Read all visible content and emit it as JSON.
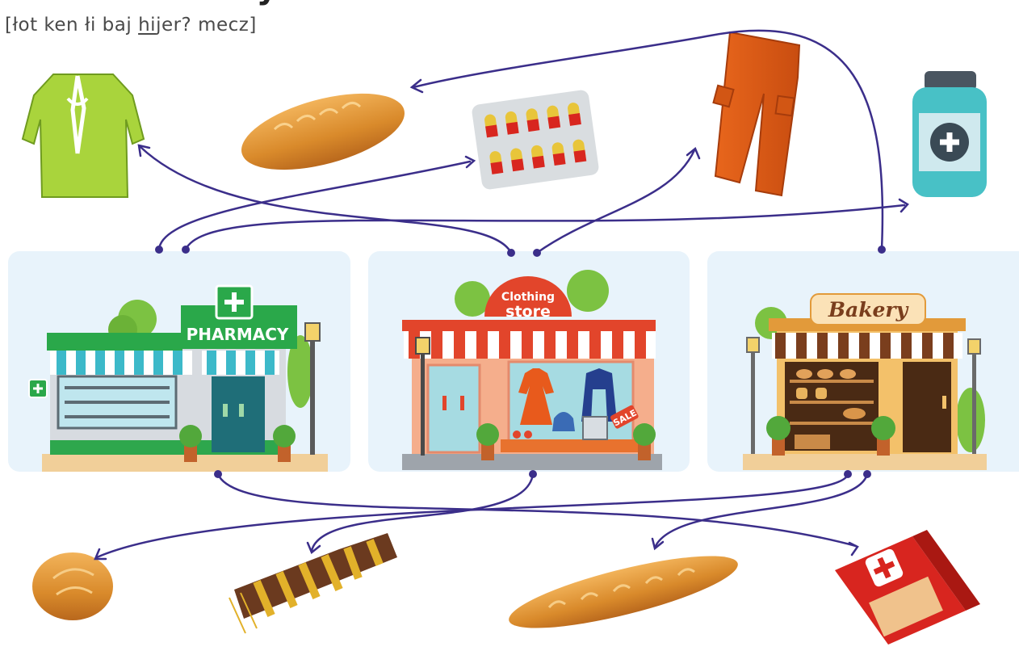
{
  "header": {
    "title": "What can I buy here?",
    "pron_before": "[łot ken łi baj ",
    "pron_underlined": "hi",
    "pron_after": "jer? mecz]"
  },
  "stores": {
    "pharmacy": {
      "sign": "PHARMACY"
    },
    "clothing": {
      "sign_line1": "Clothing",
      "sign_line2": "store",
      "sale_tag": "SALE"
    },
    "bakery": {
      "sign": "Bakery"
    }
  },
  "items": {
    "top": [
      "green-blouse",
      "bread-loaf",
      "pill-blister",
      "orange-trousers",
      "medicine-bottle"
    ],
    "bottom": [
      "bread-roll",
      "striped-scarf",
      "baguette",
      "plasters-box"
    ]
  },
  "connections": [
    {
      "from": "pharmacy",
      "to": "pill-blister"
    },
    {
      "from": "pharmacy",
      "to": "medicine-bottle"
    },
    {
      "from": "pharmacy",
      "to": "plasters-box"
    },
    {
      "from": "clothing",
      "to": "green-blouse"
    },
    {
      "from": "clothing",
      "to": "orange-trousers"
    },
    {
      "from": "clothing",
      "to": "striped-scarf"
    },
    {
      "from": "bakery",
      "to": "bread-loaf"
    },
    {
      "from": "bakery",
      "to": "bread-roll"
    },
    {
      "from": "bakery",
      "to": "baguette"
    }
  ],
  "colors": {
    "connector": "#3b2e8a",
    "card_background": "#e8f3fb",
    "pharmacy_green": "#2aa84a",
    "clothing_red": "#e2452b",
    "bakery_brown": "#7a3e1d"
  }
}
